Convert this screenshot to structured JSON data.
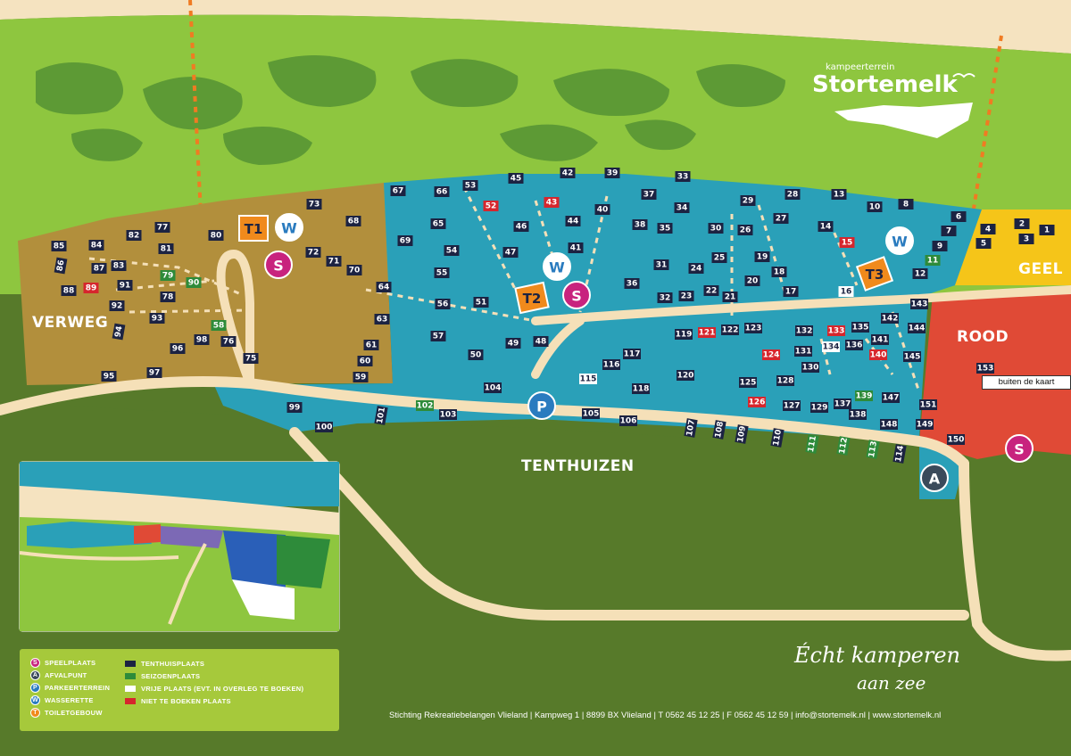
{
  "brand": {
    "small": "kampeerterrein",
    "name": "Stortemelk"
  },
  "slogan": {
    "line1": "Écht kamperen",
    "line2": "aan zee"
  },
  "zones": {
    "verweg": "VERWEG",
    "tenthuizen": "TENTHUIZEN",
    "rood": "ROOD",
    "geel": "GEEL"
  },
  "off_map_label": "buiten de kaart",
  "colors": {
    "tenthuis": "#1c2342",
    "seizoen": "#2e8b3a",
    "vrij": "#ffffff",
    "niet": "#d6262d",
    "verweg": "#b28f3c",
    "blue": "#2aa0b8",
    "rood": "#e04a36",
    "geel": "#f5c519",
    "playground": "#c8237e",
    "toilet": "#f08a1c",
    "wasserette": "#2a7bbf",
    "parking": "#2a7bbf",
    "afval": "#3a4a5a"
  },
  "facilities": [
    {
      "type": "toilet",
      "label": "T1"
    },
    {
      "type": "toilet",
      "label": "T2"
    },
    {
      "type": "toilet",
      "label": "T3"
    },
    {
      "type": "wasserette",
      "label": "W"
    },
    {
      "type": "wasserette",
      "label": "W"
    },
    {
      "type": "wasserette",
      "label": "W"
    },
    {
      "type": "speelplaats",
      "label": "S"
    },
    {
      "type": "speelplaats",
      "label": "S"
    },
    {
      "type": "speelplaats",
      "label": "S"
    },
    {
      "type": "parkeerterrein",
      "label": "P"
    },
    {
      "type": "afvalpunt",
      "label": "A"
    }
  ],
  "legend": {
    "left": [
      {
        "symbol": "S",
        "type": "speelplaats",
        "label": "SPEELPLAATS"
      },
      {
        "symbol": "A",
        "type": "afvalpunt",
        "label": "AFVALPUNT"
      },
      {
        "symbol": "P",
        "type": "parkeerterrein",
        "label": "PARKEERTERREIN"
      },
      {
        "symbol": "W",
        "type": "wasserette",
        "label": "WASSERETTE"
      },
      {
        "symbol": "T",
        "type": "toilet",
        "label": "TOILETGEBOUW"
      }
    ],
    "right": [
      {
        "kind": "tenthuis",
        "label": "TENTHUISPLAATS"
      },
      {
        "kind": "seizoen",
        "label": "SEIZOENPLAATS"
      },
      {
        "kind": "vrij",
        "label": "VRIJE PLAATS (EVT. IN OVERLEG TE BOEKEN)"
      },
      {
        "kind": "niet",
        "label": "NIET TE BOEKEN PLAATS"
      }
    ]
  },
  "footer": "Stichting Rekreatiebelangen Vlieland | Kampweg 1 | 8899 BX Vlieland | T 0562 45 12 25 | F 0562 45 12 59 | info@stortemelk.nl | www.stortemelk.nl",
  "pitches": [
    {
      "n": "85",
      "k": "tenthuis"
    },
    {
      "n": "84",
      "k": "tenthuis"
    },
    {
      "n": "82",
      "k": "tenthuis"
    },
    {
      "n": "77",
      "k": "tenthuis"
    },
    {
      "n": "80",
      "k": "tenthuis"
    },
    {
      "n": "73",
      "k": "tenthuis"
    },
    {
      "n": "68",
      "k": "tenthuis"
    },
    {
      "n": "86",
      "k": "tenthuis"
    },
    {
      "n": "81",
      "k": "tenthuis"
    },
    {
      "n": "87",
      "k": "tenthuis"
    },
    {
      "n": "83",
      "k": "tenthuis"
    },
    {
      "n": "79",
      "k": "seizoen"
    },
    {
      "n": "90",
      "k": "seizoen"
    },
    {
      "n": "72",
      "k": "tenthuis"
    },
    {
      "n": "71",
      "k": "tenthuis"
    },
    {
      "n": "70",
      "k": "tenthuis"
    },
    {
      "n": "91",
      "k": "tenthuis"
    },
    {
      "n": "88",
      "k": "tenthuis"
    },
    {
      "n": "89",
      "k": "niet"
    },
    {
      "n": "78",
      "k": "tenthuis"
    },
    {
      "n": "92",
      "k": "tenthuis"
    },
    {
      "n": "58",
      "k": "seizoen"
    },
    {
      "n": "93",
      "k": "tenthuis"
    },
    {
      "n": "94",
      "k": "tenthuis"
    },
    {
      "n": "98",
      "k": "tenthuis"
    },
    {
      "n": "76",
      "k": "tenthuis"
    },
    {
      "n": "96",
      "k": "tenthuis"
    },
    {
      "n": "75",
      "k": "tenthuis"
    },
    {
      "n": "95",
      "k": "tenthuis"
    },
    {
      "n": "97",
      "k": "tenthuis"
    },
    {
      "n": "64",
      "k": "tenthuis"
    },
    {
      "n": "63",
      "k": "tenthuis"
    },
    {
      "n": "61",
      "k": "tenthuis"
    },
    {
      "n": "60",
      "k": "tenthuis"
    },
    {
      "n": "59",
      "k": "tenthuis"
    },
    {
      "n": "69",
      "k": "tenthuis"
    },
    {
      "n": "67",
      "k": "tenthuis"
    },
    {
      "n": "66",
      "k": "tenthuis"
    },
    {
      "n": "53",
      "k": "tenthuis"
    },
    {
      "n": "45",
      "k": "tenthuis"
    },
    {
      "n": "42",
      "k": "tenthuis"
    },
    {
      "n": "39",
      "k": "tenthuis"
    },
    {
      "n": "33",
      "k": "tenthuis"
    },
    {
      "n": "65",
      "k": "tenthuis"
    },
    {
      "n": "52",
      "k": "niet"
    },
    {
      "n": "43",
      "k": "niet"
    },
    {
      "n": "40",
      "k": "tenthuis"
    },
    {
      "n": "37",
      "k": "tenthuis"
    },
    {
      "n": "34",
      "k": "tenthuis"
    },
    {
      "n": "46",
      "k": "tenthuis"
    },
    {
      "n": "44",
      "k": "tenthuis"
    },
    {
      "n": "38",
      "k": "tenthuis"
    },
    {
      "n": "35",
      "k": "tenthuis"
    },
    {
      "n": "54",
      "k": "tenthuis"
    },
    {
      "n": "47",
      "k": "tenthuis"
    },
    {
      "n": "41",
      "k": "tenthuis"
    },
    {
      "n": "31",
      "k": "tenthuis"
    },
    {
      "n": "24",
      "k": "tenthuis"
    },
    {
      "n": "55",
      "k": "tenthuis"
    },
    {
      "n": "36",
      "k": "tenthuis"
    },
    {
      "n": "56",
      "k": "tenthuis"
    },
    {
      "n": "51",
      "k": "tenthuis"
    },
    {
      "n": "32",
      "k": "tenthuis"
    },
    {
      "n": "23",
      "k": "tenthuis"
    },
    {
      "n": "22",
      "k": "tenthuis"
    },
    {
      "n": "21",
      "k": "tenthuis"
    },
    {
      "n": "20",
      "k": "tenthuis"
    },
    {
      "n": "57",
      "k": "tenthuis"
    },
    {
      "n": "49",
      "k": "tenthuis"
    },
    {
      "n": "48",
      "k": "tenthuis"
    },
    {
      "n": "50",
      "k": "tenthuis"
    },
    {
      "n": "29",
      "k": "tenthuis"
    },
    {
      "n": "28",
      "k": "tenthuis"
    },
    {
      "n": "13",
      "k": "tenthuis"
    },
    {
      "n": "10",
      "k": "tenthuis"
    },
    {
      "n": "8",
      "k": "tenthuis"
    },
    {
      "n": "30",
      "k": "tenthuis"
    },
    {
      "n": "26",
      "k": "tenthuis"
    },
    {
      "n": "27",
      "k": "tenthuis"
    },
    {
      "n": "14",
      "k": "tenthuis"
    },
    {
      "n": "25",
      "k": "tenthuis"
    },
    {
      "n": "19",
      "k": "tenthuis"
    },
    {
      "n": "15",
      "k": "niet"
    },
    {
      "n": "18",
      "k": "tenthuis"
    },
    {
      "n": "17",
      "k": "tenthuis"
    },
    {
      "n": "16",
      "k": "vrij"
    },
    {
      "n": "12",
      "k": "tenthuis"
    },
    {
      "n": "6",
      "k": "tenthuis"
    },
    {
      "n": "7",
      "k": "tenthuis"
    },
    {
      "n": "9",
      "k": "tenthuis"
    },
    {
      "n": "11",
      "k": "seizoen"
    },
    {
      "n": "2",
      "k": "tenthuis"
    },
    {
      "n": "1",
      "k": "tenthuis"
    },
    {
      "n": "4",
      "k": "tenthuis"
    },
    {
      "n": "3",
      "k": "tenthuis"
    },
    {
      "n": "5",
      "k": "tenthuis"
    },
    {
      "n": "119",
      "k": "tenthuis"
    },
    {
      "n": "121",
      "k": "niet"
    },
    {
      "n": "122",
      "k": "tenthuis"
    },
    {
      "n": "123",
      "k": "tenthuis"
    },
    {
      "n": "117",
      "k": "tenthuis"
    },
    {
      "n": "116",
      "k": "tenthuis"
    },
    {
      "n": "115",
      "k": "vrij"
    },
    {
      "n": "120",
      "k": "tenthuis"
    },
    {
      "n": "118",
      "k": "tenthuis"
    },
    {
      "n": "132",
      "k": "tenthuis"
    },
    {
      "n": "133",
      "k": "niet"
    },
    {
      "n": "135",
      "k": "tenthuis"
    },
    {
      "n": "142",
      "k": "tenthuis"
    },
    {
      "n": "143",
      "k": "tenthuis"
    },
    {
      "n": "124",
      "k": "niet"
    },
    {
      "n": "131",
      "k": "tenthuis"
    },
    {
      "n": "134",
      "k": "vrij"
    },
    {
      "n": "136",
      "k": "tenthuis"
    },
    {
      "n": "141",
      "k": "tenthuis"
    },
    {
      "n": "144",
      "k": "tenthuis"
    },
    {
      "n": "130",
      "k": "tenthuis"
    },
    {
      "n": "140",
      "k": "niet"
    },
    {
      "n": "145",
      "k": "tenthuis"
    },
    {
      "n": "125",
      "k": "tenthuis"
    },
    {
      "n": "128",
      "k": "tenthuis"
    },
    {
      "n": "139",
      "k": "seizoen"
    },
    {
      "n": "147",
      "k": "tenthuis"
    },
    {
      "n": "126",
      "k": "niet"
    },
    {
      "n": "127",
      "k": "tenthuis"
    },
    {
      "n": "129",
      "k": "tenthuis"
    },
    {
      "n": "137",
      "k": "tenthuis"
    },
    {
      "n": "138",
      "k": "tenthuis"
    },
    {
      "n": "148",
      "k": "tenthuis"
    },
    {
      "n": "151",
      "k": "tenthuis"
    },
    {
      "n": "149",
      "k": "tenthuis"
    },
    {
      "n": "150",
      "k": "tenthuis"
    },
    {
      "n": "153",
      "k": "tenthuis"
    },
    {
      "n": "99",
      "k": "tenthuis"
    },
    {
      "n": "100",
      "k": "tenthuis"
    },
    {
      "n": "101",
      "k": "tenthuis"
    },
    {
      "n": "102",
      "k": "seizoen"
    },
    {
      "n": "103",
      "k": "tenthuis"
    },
    {
      "n": "104",
      "k": "tenthuis"
    },
    {
      "n": "105",
      "k": "tenthuis"
    },
    {
      "n": "106",
      "k": "tenthuis"
    },
    {
      "n": "107",
      "k": "tenthuis"
    },
    {
      "n": "108",
      "k": "tenthuis"
    },
    {
      "n": "109",
      "k": "tenthuis"
    },
    {
      "n": "110",
      "k": "tenthuis"
    },
    {
      "n": "111",
      "k": "seizoen"
    },
    {
      "n": "112",
      "k": "seizoen"
    },
    {
      "n": "113",
      "k": "seizoen"
    },
    {
      "n": "114",
      "k": "tenthuis"
    }
  ]
}
